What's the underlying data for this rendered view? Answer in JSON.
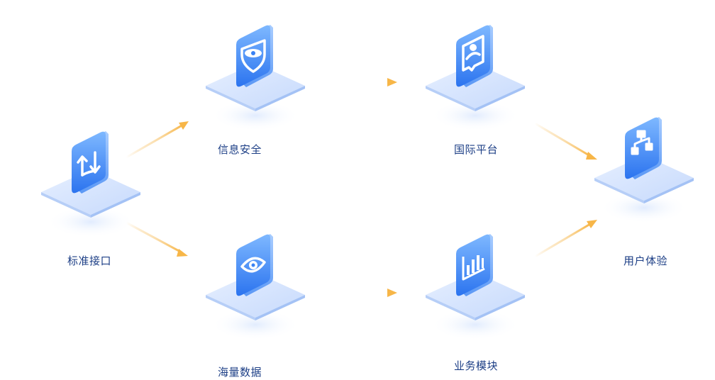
{
  "nodes": {
    "standard_interface": "标准接口",
    "info_security": "信息安全",
    "massive_data": "海量数据",
    "intl_platform": "国际平台",
    "business_module": "业务模块",
    "user_experience": "用户体验"
  },
  "colors": {
    "card_top": "#79b4ff",
    "card_bottom": "#2f7bf2",
    "platform_top": "#dce9ff",
    "platform_side": "#b9d1fb",
    "arrow": "#f7b648",
    "label": "#1d3f86"
  },
  "icons": {
    "standard_interface": "swap-arrows-icon",
    "info_security": "shield-lock-icon",
    "massive_data": "eye-icon",
    "intl_platform": "user-card-icon",
    "business_module": "bar-chart-icon",
    "user_experience": "flowchart-icon"
  }
}
